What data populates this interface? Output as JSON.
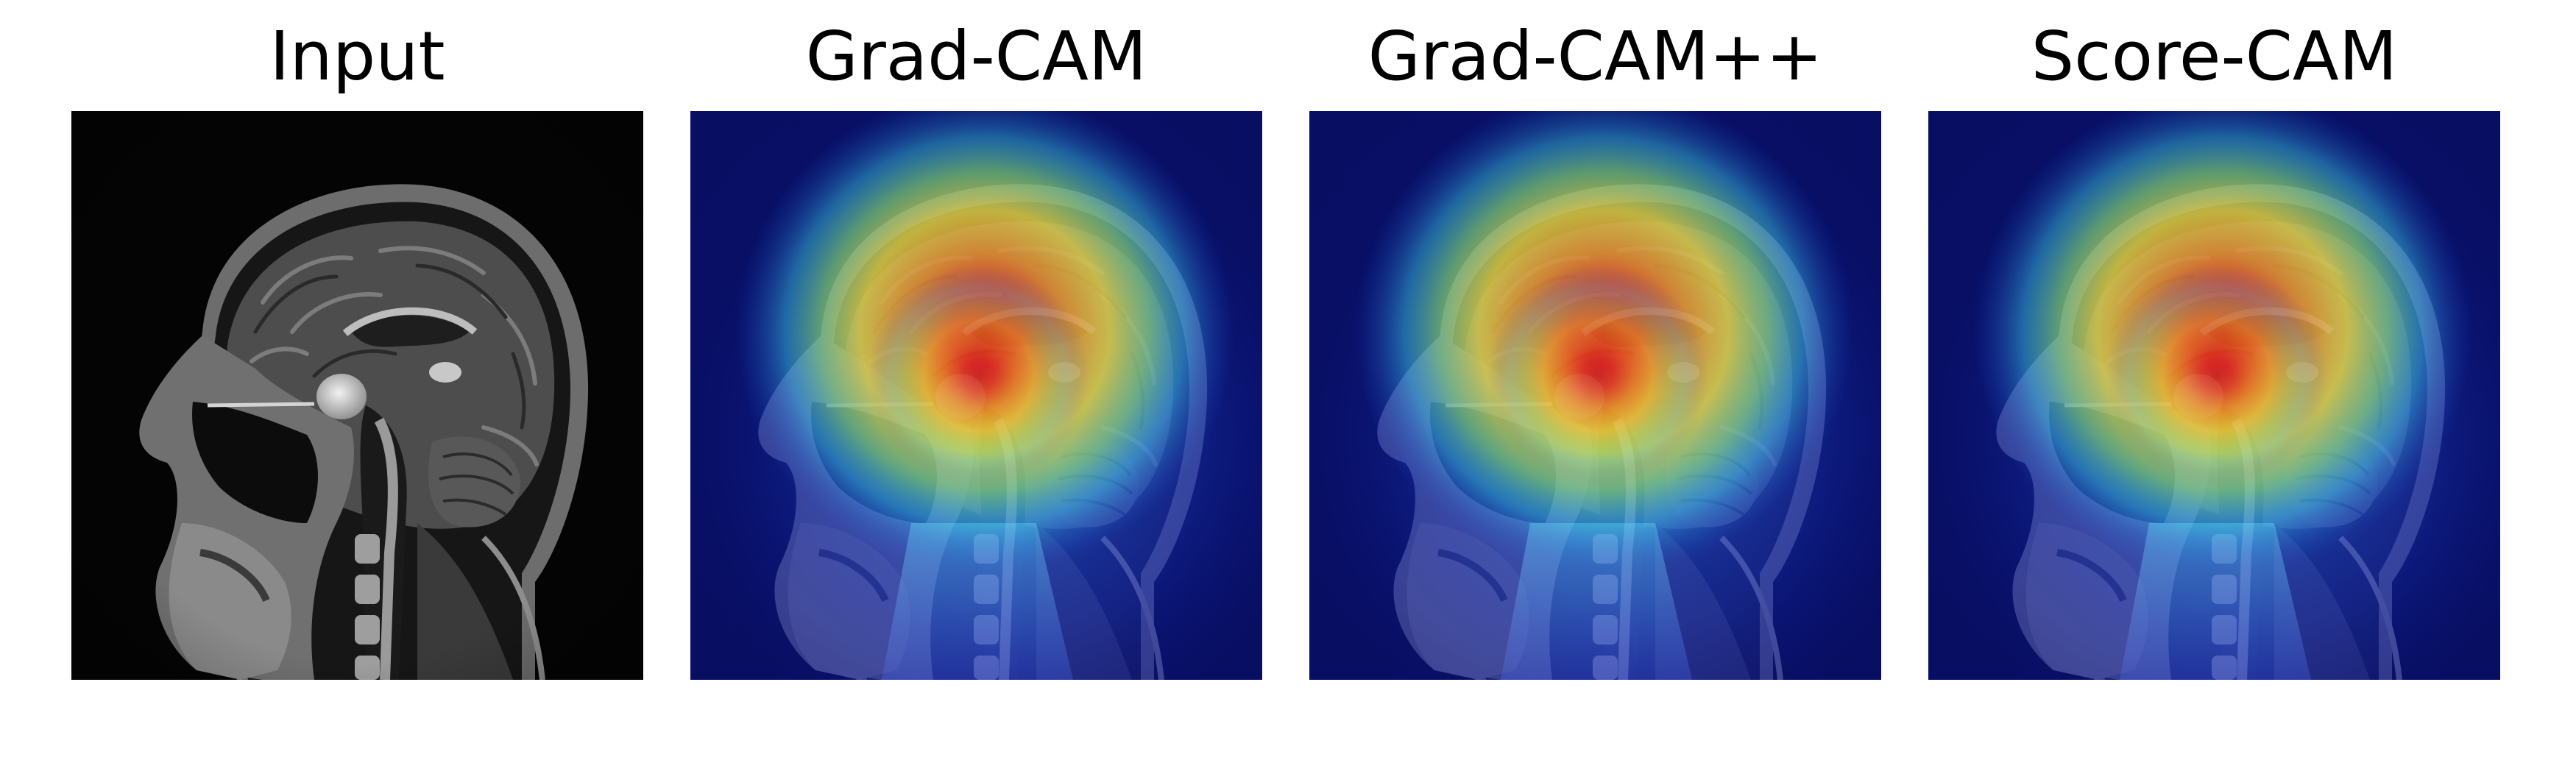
{
  "figure": {
    "panels": [
      {
        "title": "Input",
        "kind": "mri"
      },
      {
        "title": "Grad-CAM",
        "kind": "cam"
      },
      {
        "title": "Grad-CAM++",
        "kind": "cam"
      },
      {
        "title": "Score-CAM",
        "kind": "cam"
      }
    ]
  }
}
